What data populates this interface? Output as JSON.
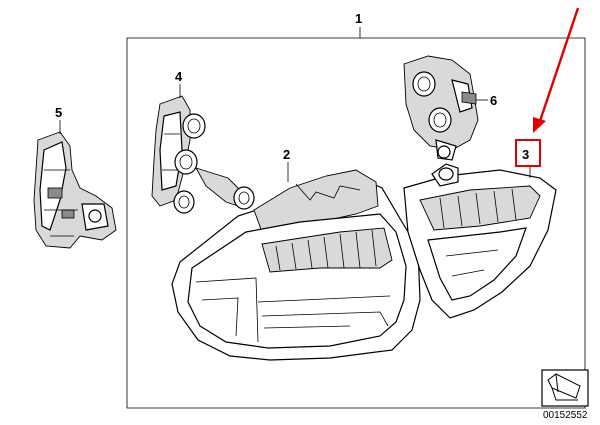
{
  "callouts": {
    "assembly": "1",
    "outer_lamp": "2",
    "inner_lamp": "3",
    "bulb_carrier_outer": "4",
    "bulb_carrier_inner": "5",
    "bulb_carrier_trunk": "6"
  },
  "document_number": "00152552",
  "highlight_color": "#e00000",
  "icons": {
    "arrow": "red-pointer-arrow",
    "orientation": "vehicle-orientation-icon"
  }
}
